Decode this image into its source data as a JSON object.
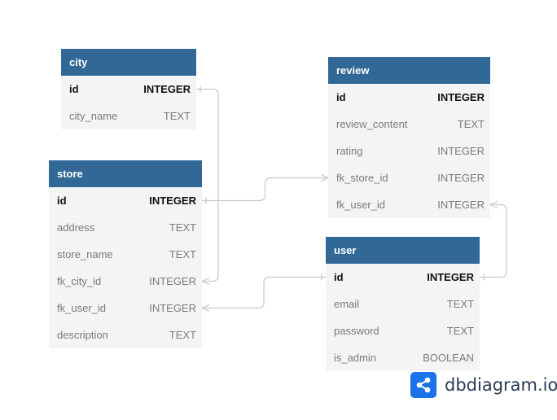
{
  "tables": [
    {
      "name": "city",
      "columns": [
        {
          "field": "id",
          "type": "INTEGER",
          "pk": true
        },
        {
          "field": "city_name",
          "type": "TEXT",
          "pk": false
        }
      ]
    },
    {
      "name": "store",
      "columns": [
        {
          "field": "id",
          "type": "INTEGER",
          "pk": true
        },
        {
          "field": "address",
          "type": "TEXT",
          "pk": false
        },
        {
          "field": "store_name",
          "type": "TEXT",
          "pk": false
        },
        {
          "field": "fk_city_id",
          "type": "INTEGER",
          "pk": false
        },
        {
          "field": "fk_user_id",
          "type": "INTEGER",
          "pk": false
        },
        {
          "field": "description",
          "type": "TEXT",
          "pk": false
        }
      ]
    },
    {
      "name": "review",
      "columns": [
        {
          "field": "id",
          "type": "INTEGER",
          "pk": true
        },
        {
          "field": "review_content",
          "type": "TEXT",
          "pk": false
        },
        {
          "field": "rating",
          "type": "INTEGER",
          "pk": false
        },
        {
          "field": "fk_store_id",
          "type": "INTEGER",
          "pk": false
        },
        {
          "field": "fk_user_id",
          "type": "INTEGER",
          "pk": false
        }
      ]
    },
    {
      "name": "user",
      "columns": [
        {
          "field": "id",
          "type": "INTEGER",
          "pk": true
        },
        {
          "field": "email",
          "type": "TEXT",
          "pk": false
        },
        {
          "field": "password",
          "type": "TEXT",
          "pk": false
        },
        {
          "field": "is_admin",
          "type": "BOOLEAN",
          "pk": false
        }
      ]
    }
  ],
  "relations": [
    {
      "from": "store.fk_city_id",
      "to": "city.id"
    },
    {
      "from": "store.fk_user_id",
      "to": "user.id"
    },
    {
      "from": "review.fk_store_id",
      "to": "store.id"
    },
    {
      "from": "review.fk_user_id",
      "to": "user.id"
    }
  ],
  "brand": {
    "name": "dbdiagram.io",
    "icon": "share-nodes-icon"
  },
  "colors": {
    "header": "#316896",
    "body": "#f4f4f4",
    "connector": "#c8c8c8",
    "brand_icon": "#1a73e8"
  }
}
